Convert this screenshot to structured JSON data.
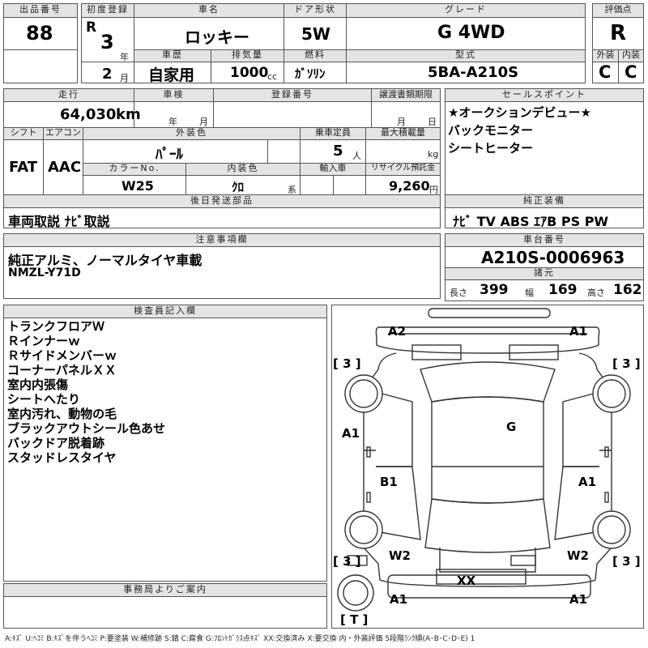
{
  "header": {
    "lot_no_label": "出品番号",
    "lot_no": "88",
    "first_reg_label": "初度登録",
    "era": "R",
    "year_num": "3",
    "year_unit": "年",
    "month_num": "2",
    "month_unit": "月",
    "car_name_label": "車名",
    "car_name": "ロッキー",
    "door_label": "ドア形状",
    "door": "5W",
    "grade_label": "グレード",
    "grade": "G 4WD",
    "score_label": "評価点",
    "score": "R",
    "history_label": "車歴",
    "history": "自家用",
    "displacement_label": "排気量",
    "displacement": "1000",
    "displacement_unit": "cc",
    "fuel_label": "燃料",
    "fuel": "ｶﾞｿﾘﾝ",
    "model_label": "型式",
    "model": "5BA-A210S",
    "exterior_label": "外装",
    "exterior": "C",
    "interior_label": "内装",
    "interior": "C"
  },
  "row2": {
    "mileage_label": "走行",
    "mileage": "64,030",
    "mileage_unit": "km",
    "inspection_label": "車検",
    "inspection_year": "年",
    "inspection_month": "月",
    "regno_label": "登録番号",
    "transfer_label": "譲渡書類期限",
    "transfer_month": "月",
    "transfer_day": "日",
    "shift_label": "シフト",
    "shift": "FAT",
    "ac_label": "エアコン",
    "ac": "AAC",
    "ext_color_label": "外装色",
    "ext_color": "ﾊﾟｰﾙ",
    "capacity_label": "乗車定員",
    "capacity": "5",
    "capacity_unit": "人",
    "maxload_label": "最大積載量",
    "maxload_unit": "kg",
    "colorno_label": "カラーNo.",
    "colorno": "W25",
    "int_color_label": "内装色",
    "int_color": "ｸﾛ",
    "int_color_unit": "系",
    "import_label": "輸入車",
    "recycle_label": "リサイクル預託金",
    "recycle": "9,260",
    "recycle_unit": "円"
  },
  "sales": {
    "label": "セールスポイント",
    "items": [
      "★オークションデビュー★",
      "バックモニター",
      "シートヒーター"
    ]
  },
  "later_parts": {
    "label": "後日発送部品",
    "value": "車両取説 ﾅﾋﾞ取説"
  },
  "genuine": {
    "label": "純正装備",
    "value": "ﾅﾋﾞ TV ABS ｴｱB PS PW"
  },
  "notes": {
    "label": "注意事項欄",
    "line1": "純正アルミ、ノーマルタイヤ車載",
    "line2": "NMZL-Y71D"
  },
  "chassis": {
    "label": "車台番号",
    "value": "A210S-0006963"
  },
  "dims": {
    "label": "諸元",
    "length_label": "長さ",
    "length": "399",
    "width_label": "幅",
    "width": "169",
    "height_label": "高さ",
    "height": "162"
  },
  "inspector": {
    "label": "検査員記入欄",
    "items": [
      "トランクフロアＷ",
      "Ｒインナーｗ",
      "Ｒサイドメンバーｗ",
      "コーナーパネルＸＸ",
      "室内内張傷",
      "シートへたり",
      "室内汚れ、動物の毛",
      "ブラックアウトシール色あせ",
      "バックドア脱着跡",
      "スタッドレスタイヤ"
    ]
  },
  "office": {
    "label": "事務局よりご案内"
  },
  "diagram_marks": {
    "a2_top_left": "A2",
    "a1_top_right": "A1",
    "tire_lt": "[ 3 ]",
    "tire_rt": "[ 3 ]",
    "g": "G",
    "a1_left": "A1",
    "b1": "B1",
    "a1_right": "A1",
    "tire_lb": "[ 3 ]",
    "tire_rb": "[ 3 ]",
    "w2_left": "W2",
    "w2_right": "W2",
    "xx": "XX",
    "a1_bottom_left": "A1",
    "a1_bottom_right": "A1",
    "spare": "[ T ]"
  },
  "legend": "A:ｷｽﾞ U:ﾍｺﾐ B:ｷｽﾞを伴うﾍｺﾐ P:要塗装 W:補修跡 S:錆 C:腐食 G:ﾌﾛﾝﾄｶﾞﾗｽ点ｷｽﾞ XX:交換済み X:要交換 内・外装評価 5段階ﾗﾝｸ順(A･B･C･D･E) 1"
}
